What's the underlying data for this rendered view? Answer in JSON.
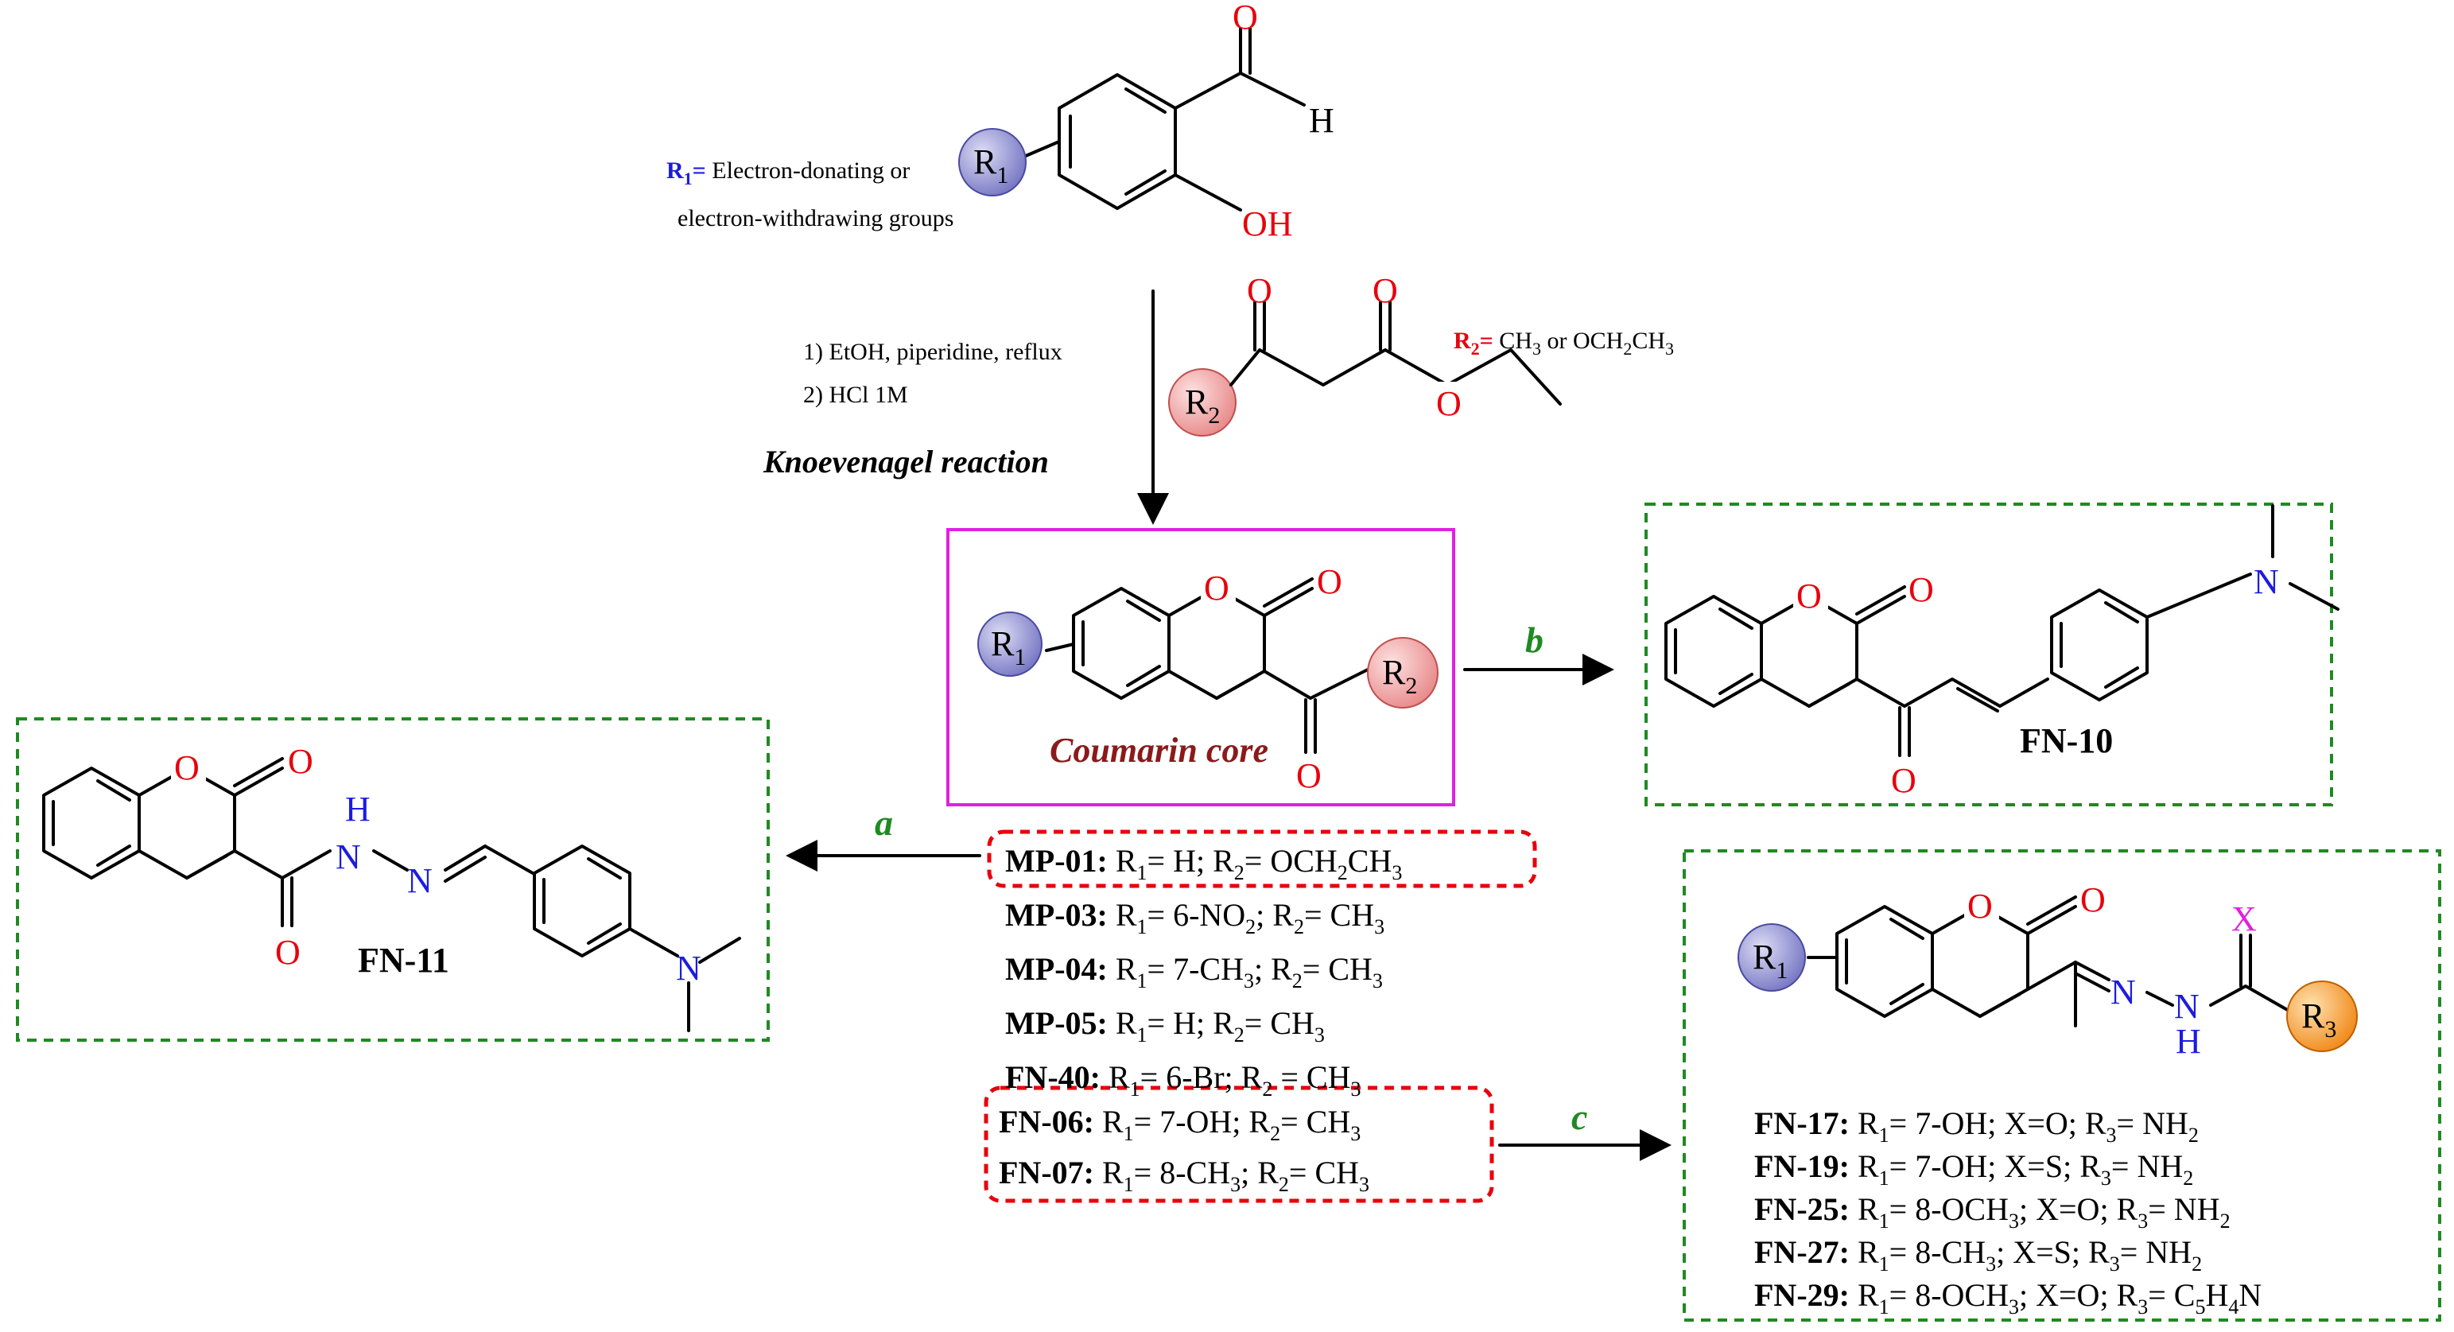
{
  "aldehyde": {
    "r1_symbol": "R",
    "r1_sub": "1",
    "r1_note_lbl": "R",
    "r1_note_sub": "1",
    "r1_note_eq": "=",
    "r1_note_line1": " Electron-donating or",
    "r1_note_line2": "electron-withdrawing groups",
    "o_label": "O",
    "h_label": "H",
    "oh_label": "OH"
  },
  "ketoester": {
    "r2_symbol": "R",
    "r2_sub": "2",
    "o_label": "O",
    "r2_note_lbl": "R",
    "r2_note_sub": "2",
    "r2_note_eq": "=",
    "r2_note_text1": " CH",
    "r2_note_text2": "3",
    "r2_note_text3": " or OCH",
    "r2_note_text4": "2",
    "r2_note_text5": "CH",
    "r2_note_text6": "3"
  },
  "conditions": {
    "step1": "1) EtOH, piperidine, reflux",
    "step2": "2) HCl 1M",
    "name": "Knoevenagel reaction"
  },
  "core": {
    "title": "Coumarin core",
    "r1_symbol": "R",
    "r1_sub": "1",
    "r2_symbol": "R",
    "r2_sub": "2",
    "o_label": "O"
  },
  "arrows": {
    "a": "a",
    "b": "b",
    "c": "c"
  },
  "fn10": {
    "label": "FN-10",
    "o_label": "O",
    "n_label": "N"
  },
  "fn11": {
    "label": "FN-11",
    "o_label": "O",
    "n_label": "N",
    "h_label": "H"
  },
  "fn_thio": {
    "r1_symbol": "R",
    "r1_sub": "1",
    "r3_symbol": "R",
    "r3_sub": "3",
    "x_label": "X",
    "o_label": "O",
    "n_label": "N",
    "h_label": "H"
  },
  "mp_list": [
    {
      "code": "MP-01:",
      "p1": " R",
      "s1": "1",
      "p2": "= H; R",
      "s2": "2",
      "p3": "= OCH",
      "s3": "2",
      "p4": "CH",
      "s4": "3"
    },
    {
      "code": "MP-03:",
      "p1": " R",
      "s1": "1",
      "p2": "= 6-NO",
      "s2": "2",
      "p3": "; R",
      "s3": "2",
      "p4": "= CH",
      "s4": "3"
    },
    {
      "code": "MP-04:",
      "p1": " R",
      "s1": "1",
      "p2": "= 7-CH",
      "s2": "3",
      "p3": "; R",
      "s3": "2",
      "p4": "= CH",
      "s4": "3"
    },
    {
      "code": "MP-05:",
      "p1": " R",
      "s1": "1",
      "p2": "= H; R",
      "s2": "2",
      "p3": "= CH",
      "s3": "3",
      "p4": "",
      "s4": ""
    },
    {
      "code": "FN-40:",
      "p1": " R",
      "s1": "1",
      "p2": "= 6-Br; R",
      "s2": "2",
      "p3": " = CH",
      "s3": "3",
      "p4": "",
      "s4": ""
    },
    {
      "code": "FN-06:",
      "p1": " R",
      "s1": "1",
      "p2": "= 7-OH; R",
      "s2": "2",
      "p3": "= CH",
      "s3": "3",
      "p4": "",
      "s4": ""
    },
    {
      "code": "FN-07:",
      "p1": " R",
      "s1": "1",
      "p2": "= 8-CH",
      "s2": "3",
      "p3": "; R",
      "s3": "2",
      "p4": "= CH",
      "s4": "3"
    }
  ],
  "fn_list": [
    {
      "code": "FN-17:",
      "p1": " R",
      "s1": "1",
      "p2": "= 7-OH; X=O; R",
      "s2": "3",
      "p3": "= NH",
      "s3": "2",
      "p4": "",
      "s4": "",
      "p5": ""
    },
    {
      "code": "FN-19:",
      "p1": " R",
      "s1": "1",
      "p2": "= 7-OH; X=S; R",
      "s2": "3",
      "p3": "= NH",
      "s3": "2",
      "p4": "",
      "s4": "",
      "p5": ""
    },
    {
      "code": "FN-25:",
      "p1": " R",
      "s1": "1",
      "p2": "= 8-OCH",
      "s2": "3",
      "p3": "; X=O; R",
      "s3": "3",
      "p4": "= NH",
      "s4": "2",
      "p5": ""
    },
    {
      "code": "FN-27:",
      "p1": " R",
      "s1": "1",
      "p2": "= 8-CH",
      "s2": "3",
      "p3": "; X=S; R",
      "s3": "3",
      "p4": "= NH",
      "s4": "2",
      "p5": ""
    },
    {
      "code": "FN-29:",
      "p1": " R",
      "s1": "1",
      "p2": "= 8-OCH",
      "s2": "3",
      "p3": "; X=O; R",
      "s3": "3",
      "p4": "= C",
      "s4": "5",
      "p5": "H",
      "s5": "4",
      "p6": "N"
    }
  ]
}
